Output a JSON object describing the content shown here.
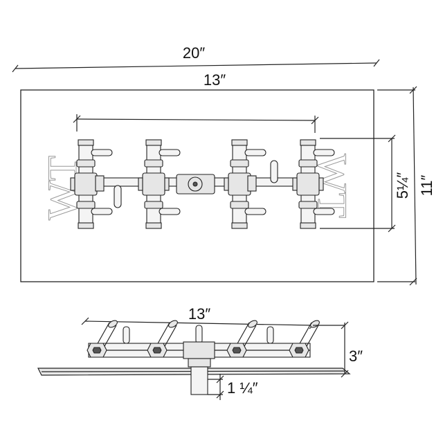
{
  "dimensions": {
    "overall_width": "20″",
    "burner_width": "13″",
    "depth": "11″",
    "burner_depth": "5¼″",
    "side_width": "13″",
    "height": "3″",
    "inlet": "1 ¼″"
  },
  "watermark": {
    "left": "WT",
    "right": "WT"
  }
}
